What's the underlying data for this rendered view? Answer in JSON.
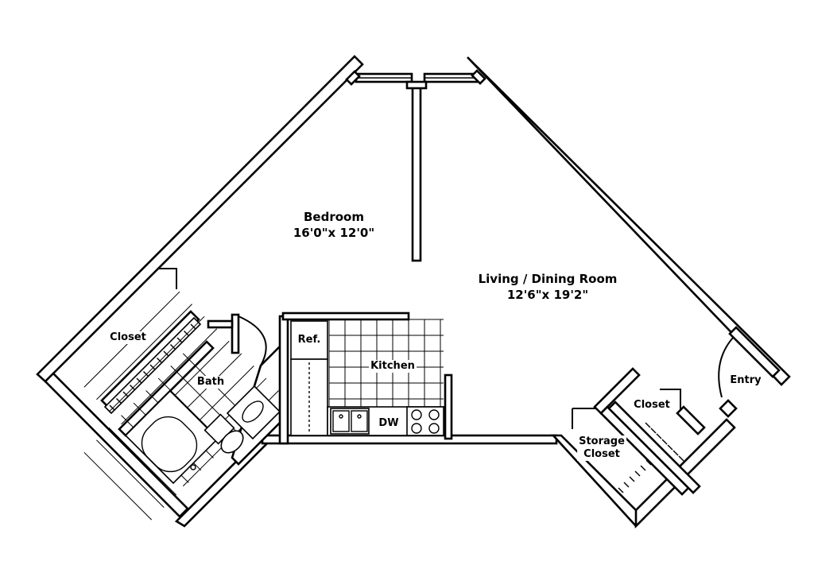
{
  "rooms": {
    "bedroom": {
      "name": "Bedroom",
      "dims": "16'0\"x 12'0\""
    },
    "living": {
      "name": "Living / Dining Room",
      "dims": "12'6\"x 19'2\""
    },
    "closet_left": {
      "name": "Closet"
    },
    "bath": {
      "name": "Bath"
    },
    "kitchen": {
      "name": "Kitchen"
    },
    "ref": {
      "name": "Ref."
    },
    "dw": {
      "name": "DW"
    },
    "entry": {
      "name": "Entry"
    },
    "closet_right": {
      "name": "Closet"
    },
    "storage": {
      "line1": "Storage",
      "line2": "Closet"
    }
  }
}
